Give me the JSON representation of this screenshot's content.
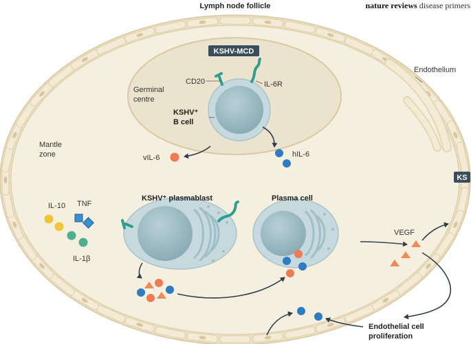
{
  "header": {
    "title": "Lymph node follicle",
    "brand_bold": "nature reviews",
    "brand_rest": " disease primers"
  },
  "badges": {
    "mcd": "KSHV-MCD",
    "ks": "KS"
  },
  "labels": {
    "endothelium": "Endothelium",
    "germinal_line1": "Germinal",
    "germinal_line2": "centre",
    "cd20": "CD20",
    "il6r": "IL-6R",
    "bcell_line1": "KSHV⁺",
    "bcell_line2": "B cell",
    "mantle_line1": "Mantle",
    "mantle_line2": "zone",
    "vil6": "vIL-6",
    "hil6": "hIL-6",
    "il10": "IL-10",
    "tnf": "TNF",
    "il1b": "IL-1β",
    "plasmablast": "KSHV⁺ plasmablast",
    "plasma_cell": "Plasma cell",
    "vegf": "VEGF",
    "endo_prolif_line1": "Endothelial cell",
    "endo_prolif_line2": "proliferation"
  },
  "colors": {
    "background": "#ffffff",
    "follicle_fill": "#f5efdf",
    "follicle_border": "#e9dcbc",
    "tube_segment": "#f3ebd6",
    "cell_nucleus_dot": "#d8c6a0",
    "cell_membrane": "#b9cfd5",
    "nucleus": "#9dbcc5",
    "receptor_teal": "#2e9f8f",
    "vil6_orange": "#ef7b55",
    "hil6_blue": "#2f7cc0",
    "il10_yellow": "#f2c43a",
    "tnf_blue": "#3a8fd0",
    "il1b_green": "#4fae8c",
    "vegf_triangle": "#f08a5d",
    "badge_dark": "#3b4d5c",
    "arrow": "#2f3d48"
  },
  "icons": [
    "receptor-cd20-icon",
    "receptor-il6r-icon",
    "vil6-ball-icon",
    "hil6-ball-icon",
    "il10-ball-icon",
    "tnf-square-icon",
    "il1b-ball-icon",
    "vegf-triangle-icon",
    "arrow-icon"
  ]
}
